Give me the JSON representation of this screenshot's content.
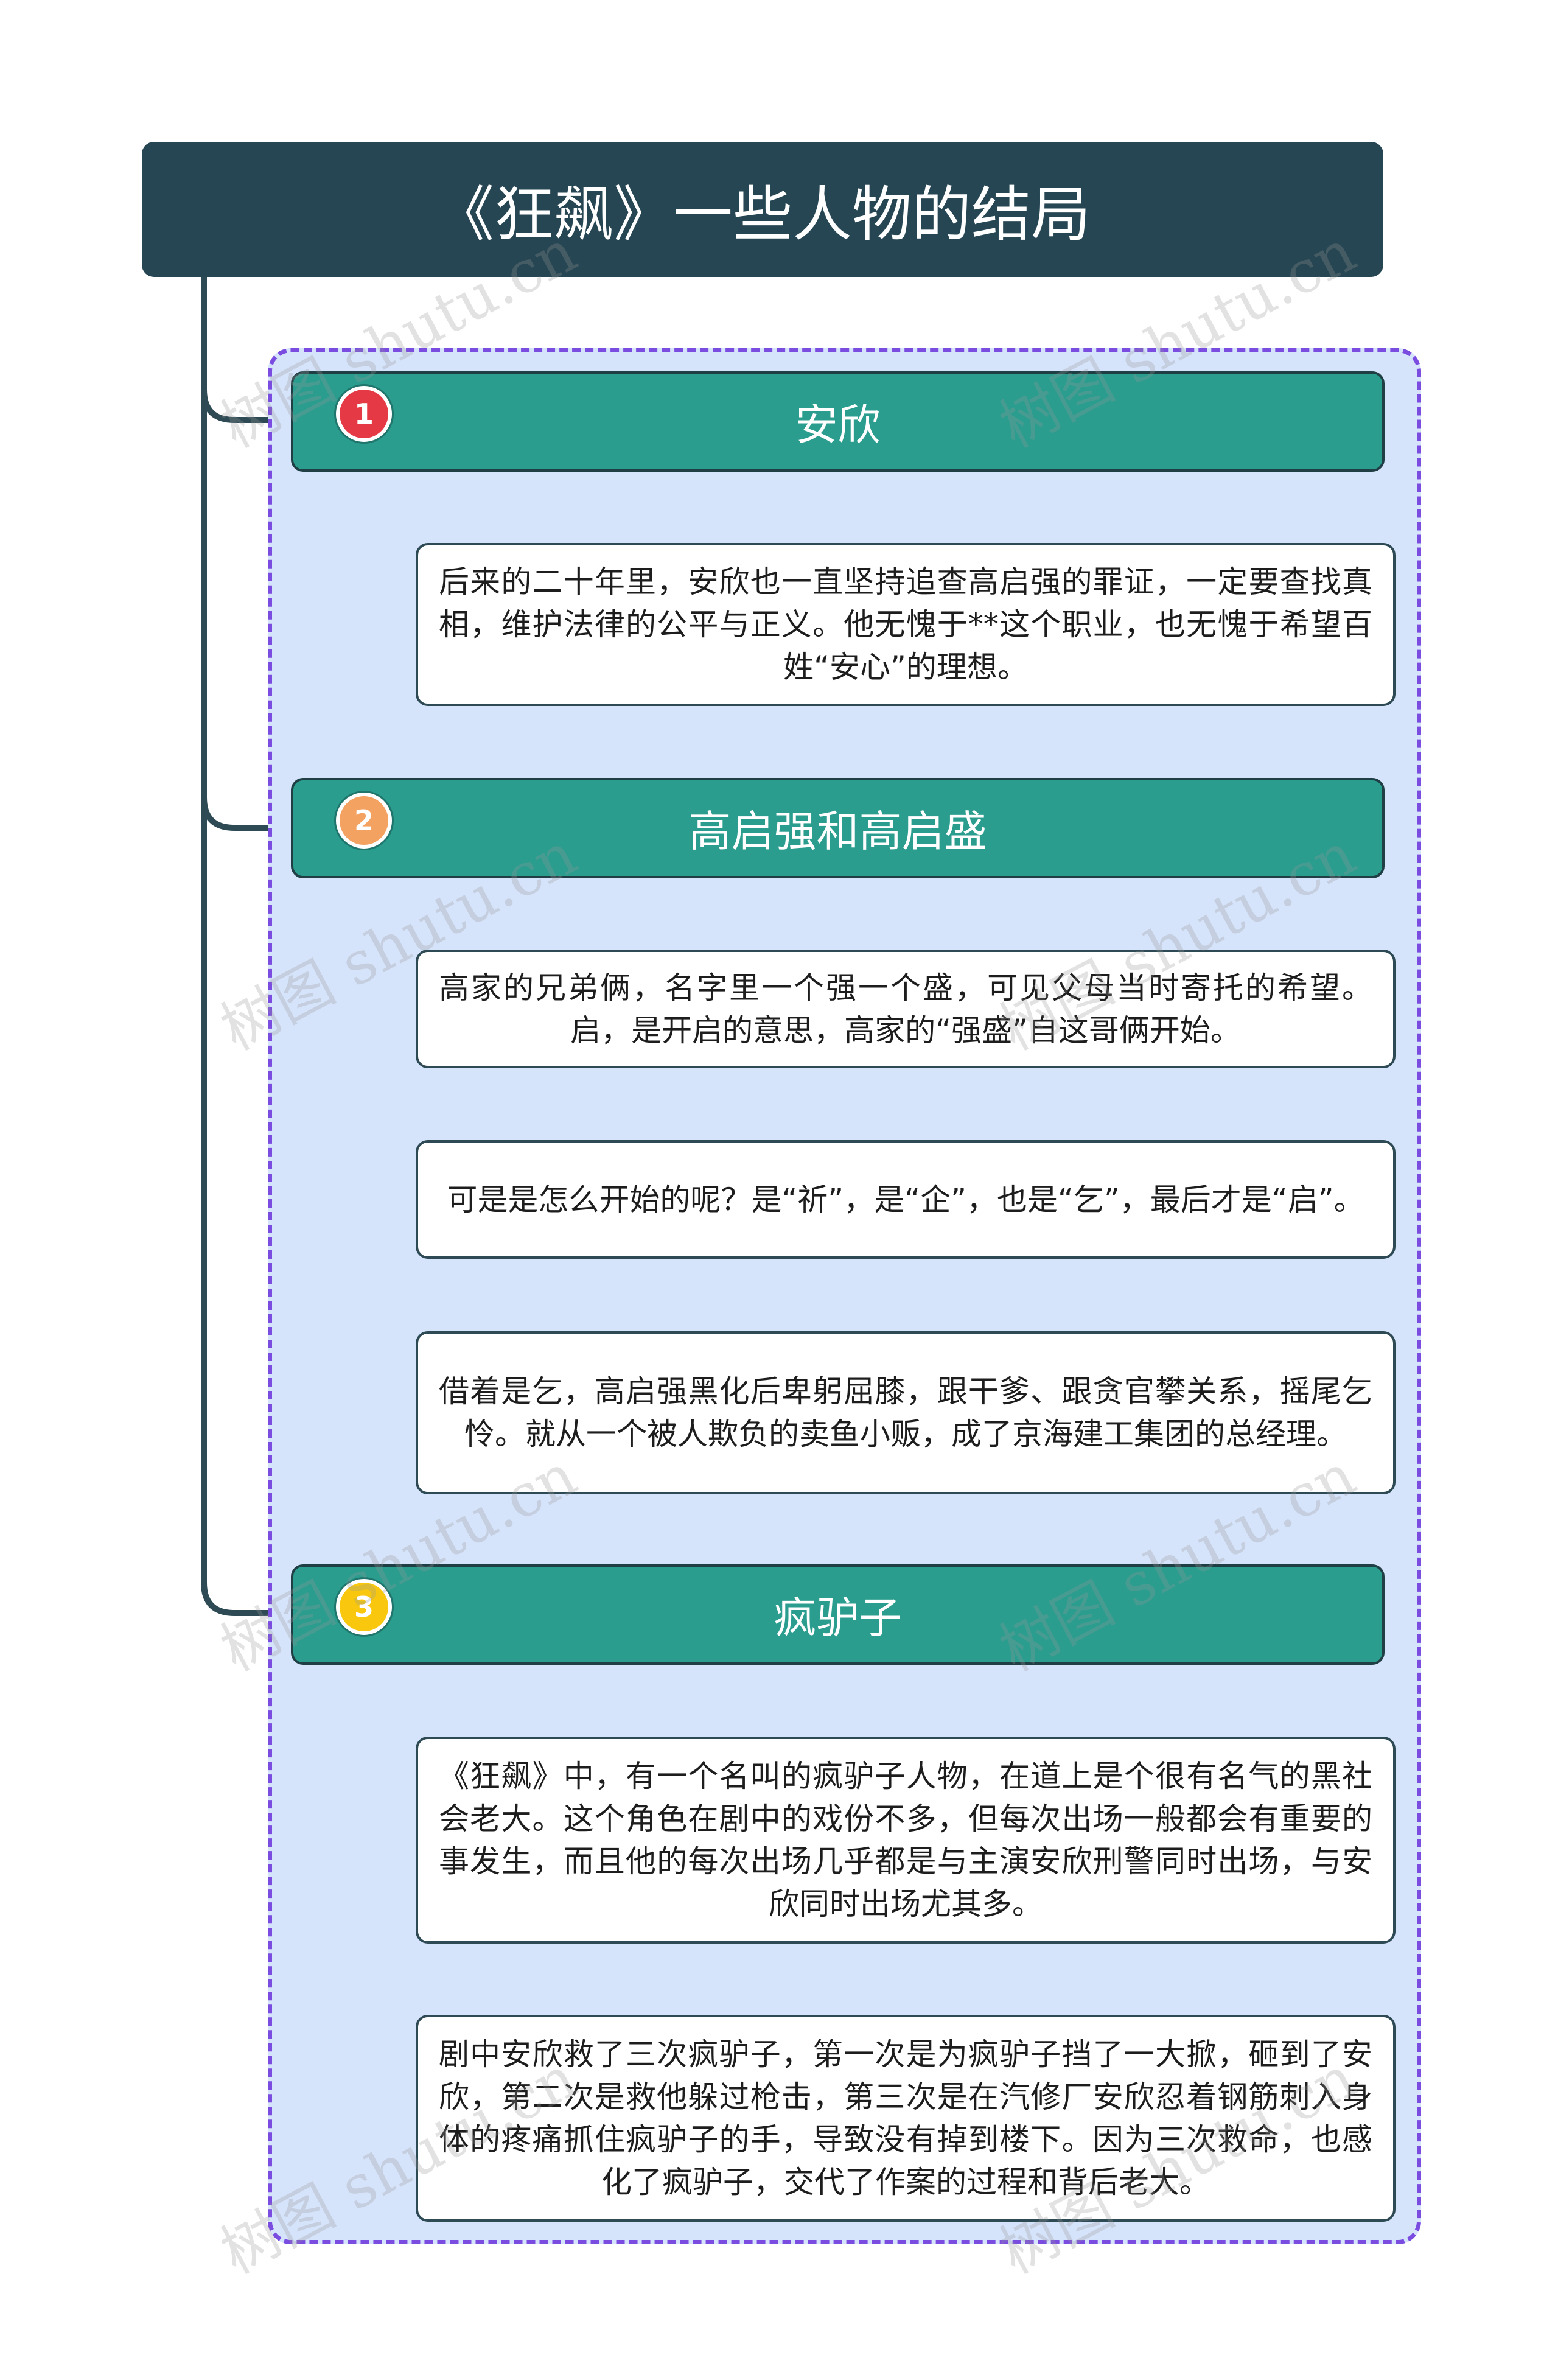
{
  "title": "《狂飙》一些人物的结局",
  "colors": {
    "root_bg": "#264653",
    "topic_bg": "#2a9d8f",
    "group_bg": "#d6e4fb",
    "group_border": "#7a4ce0",
    "connector": "#2e4a55",
    "badge_1": "#e63946",
    "badge_2": "#f4a261",
    "badge_3": "#f9c80e"
  },
  "watermark_text": "树图 shutu.cn",
  "topics": [
    {
      "number": "1",
      "label": "安欣",
      "notes": [
        "后来的二十年里，安欣也一直坚持追查高启强的罪证，一定要查找真相，维护法律的公平与正义。他无愧于**这个职业，也无愧于希望百姓“安心”的理想。"
      ]
    },
    {
      "number": "2",
      "label": "高启强和高启盛",
      "notes": [
        "高家的兄弟俩，名字里一个强一个盛，可见父母当时寄托的希望。启，是开启的意思，高家的“强盛”自这哥俩开始。",
        "可是是怎么开始的呢？是“祈”，是“企”，也是“乞”，最后才是“启”。",
        "借着是乞，高启强黑化后卑躬屈膝，跟干爹、跟贪官攀关系，摇尾乞怜。就从一个被人欺负的卖鱼小贩，成了京海建工集团的总经理。"
      ]
    },
    {
      "number": "3",
      "label": "疯驴子",
      "notes": [
        "《狂飙》中，有一个名叫的疯驴子人物，在道上是个很有名气的黑社会老大。这个角色在剧中的戏份不多，但每次出场一般都会有重要的事发生，而且他的每次出场几乎都是与主演安欣刑警同时出场，与安欣同时出场尤其多。",
        "剧中安欣救了三次疯驴子，第一次是为疯驴子挡了一大掀，砸到了安欣，第二次是救他躲过枪击，第三次是在汽修厂安欣忍着钢筋刺入身体的疼痛抓住疯驴子的手，导致没有掉到楼下。因为三次救命，也感化了疯驴子，交代了作案的过程和背后老大。"
      ]
    }
  ]
}
